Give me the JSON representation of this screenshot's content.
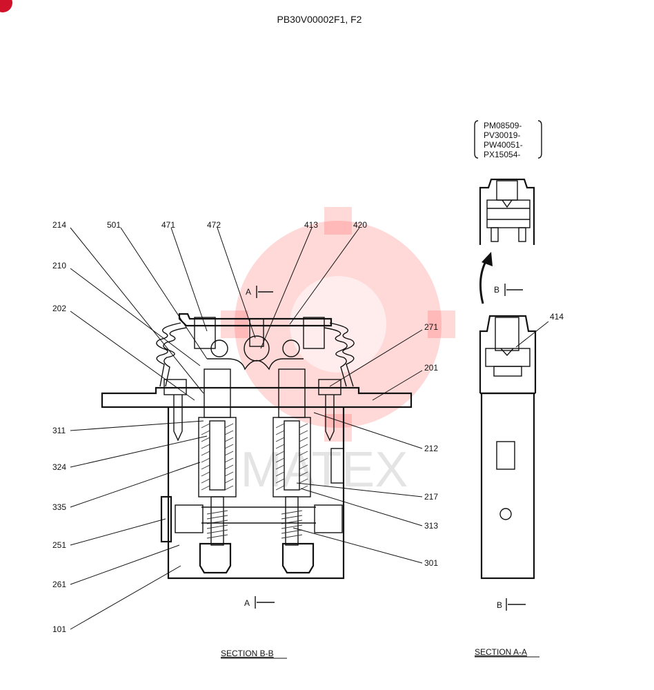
{
  "diagram": {
    "title": "PB30V00002F1, F2",
    "section_bb_label": "SECTION  B-B",
    "section_aa_label": "SECTION  A-A",
    "cut_marks": {
      "a_top": "A",
      "a_bottom": "A",
      "b_top": "B",
      "b_bottom": "B"
    },
    "serial_ranges": [
      "PM08509-",
      "PV30019-",
      "PW40051-",
      "PX15054-"
    ],
    "watermark": "MATEX",
    "part_numbers": {
      "p214": "214",
      "p501": "501",
      "p471": "471",
      "p472": "472",
      "p413": "413",
      "p420": "420",
      "p210": "210",
      "p202": "202",
      "p271": "271",
      "p201": "201",
      "p311": "311",
      "p212": "212",
      "p324": "324",
      "p217": "217",
      "p335": "335",
      "p313": "313",
      "p251": "251",
      "p301": "301",
      "p261": "261",
      "p101": "101",
      "p414": "414"
    },
    "colors": {
      "line": "#111111",
      "watermark": "#ff4d4d",
      "corner_badge": "#d0122a"
    }
  }
}
